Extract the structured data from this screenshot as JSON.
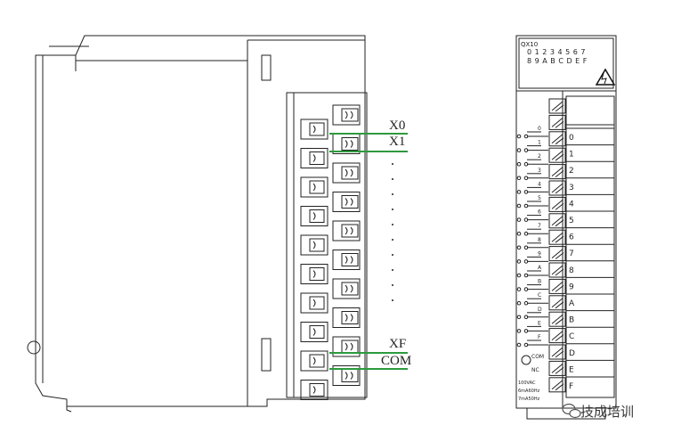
{
  "side_view": {
    "wire_labels": [
      "X0",
      "X1",
      "XF",
      "COM"
    ],
    "terminal_count": 10,
    "ellipsis_dots": 10
  },
  "front_view": {
    "model": "QX10",
    "led_row1": "0 1 2 3 4 5 6 7",
    "led_row2": "8 9 A B C D E F",
    "input_labels": [
      "0",
      "1",
      "2",
      "3",
      "4",
      "5",
      "6",
      "7",
      "8",
      "9",
      "A",
      "B",
      "C",
      "D",
      "E",
      "F",
      "COM",
      "NC"
    ],
    "terminal_labels": [
      "0",
      "1",
      "2",
      "3",
      "4",
      "5",
      "6",
      "7",
      "8",
      "9",
      "A",
      "B",
      "C",
      "D",
      "E",
      "F"
    ],
    "rating_lines": [
      "100VAC",
      "6mA60Hz",
      "7mA50Hz"
    ],
    "warning_icon": "high-voltage-triangle-icon"
  },
  "watermark": {
    "icon": "wechat-icon",
    "text": "技成培训"
  },
  "colors": {
    "wire": "#2e9a3e",
    "line": "#222222"
  }
}
